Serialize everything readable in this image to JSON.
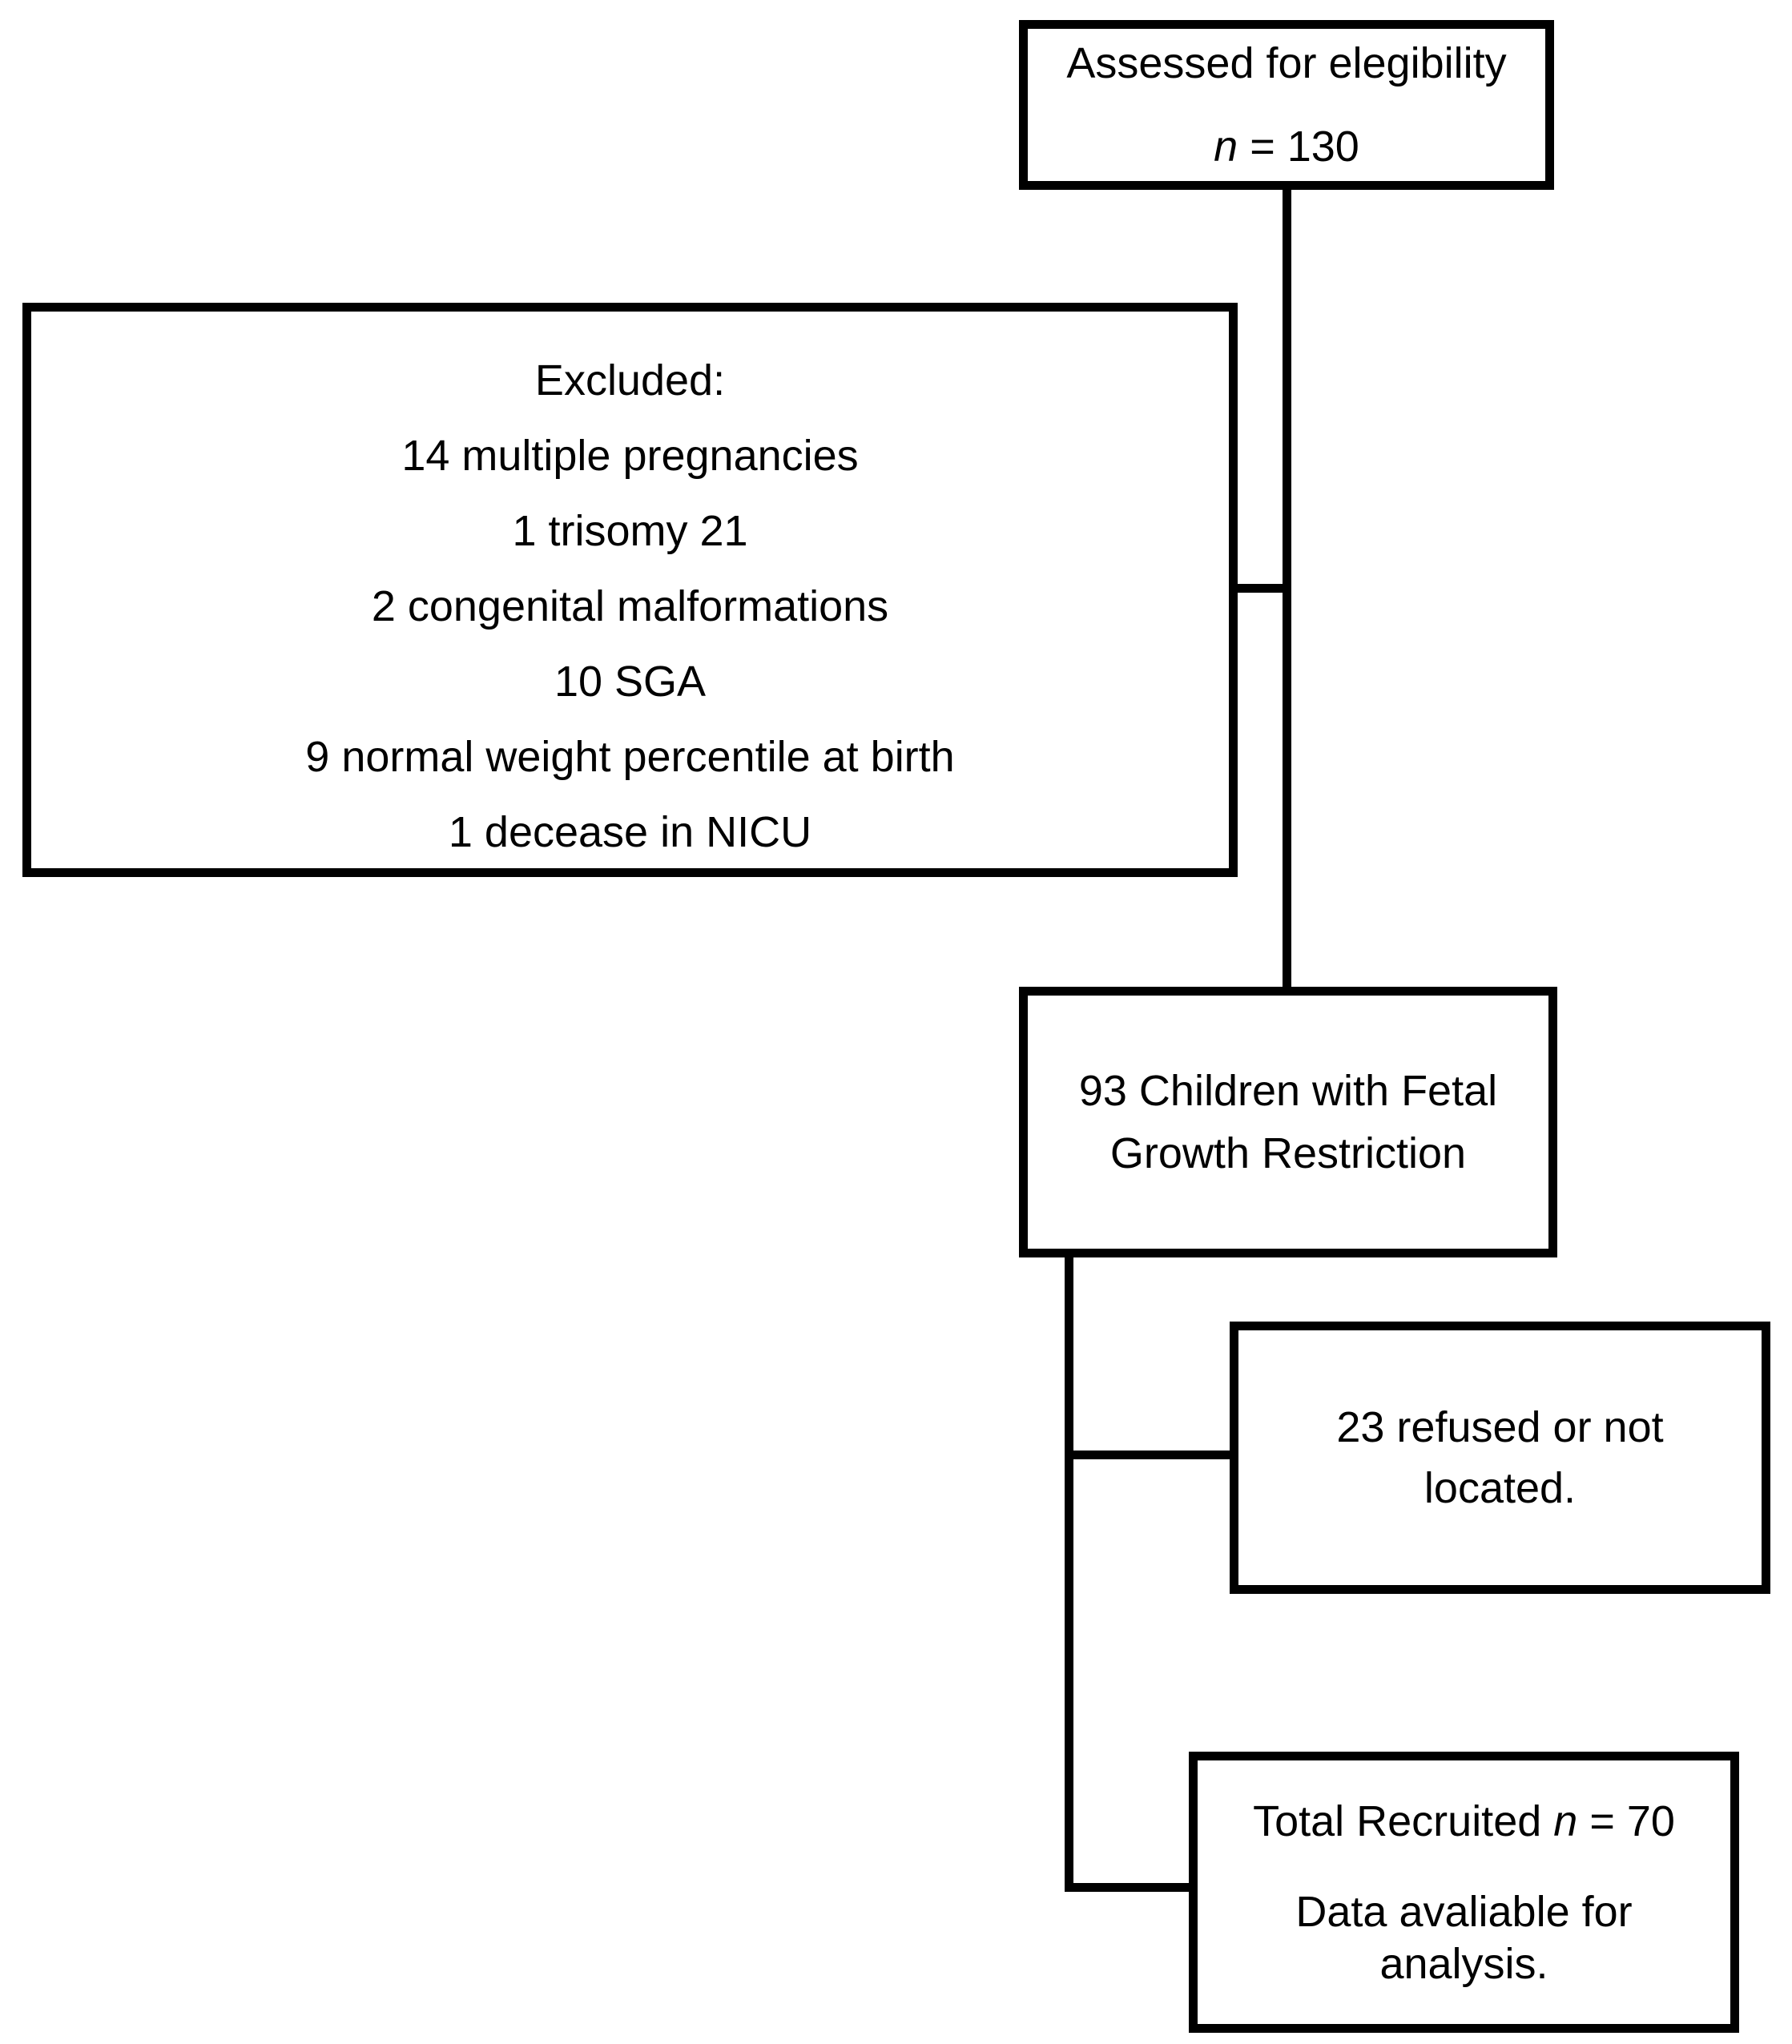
{
  "diagram": {
    "boxes": {
      "assessed": {
        "line1": "Assessed for elegibility",
        "n_italic": "n",
        "n_rest": " = 130"
      },
      "excluded": {
        "title": "Excluded:",
        "items": [
          "14 multiple pregnancies",
          "1 trisomy 21",
          "2 congenital malformations",
          "10 SGA",
          "9 normal weight percentile at birth",
          "1 decease in NICU"
        ]
      },
      "fgr": {
        "line1": "93 Children with Fetal",
        "line2": "Growth Restriction"
      },
      "refused": {
        "line1": "23 refused or not",
        "line2": "located."
      },
      "recruited": {
        "line1_pre": "Total Recruited ",
        "n_italic": "n",
        "n_rest": " = 70",
        "line2": "Data avaliable for",
        "line3": "analysis."
      }
    },
    "colors": {
      "stroke": "#000000",
      "text": "#000000",
      "background": "#ffffff"
    }
  }
}
